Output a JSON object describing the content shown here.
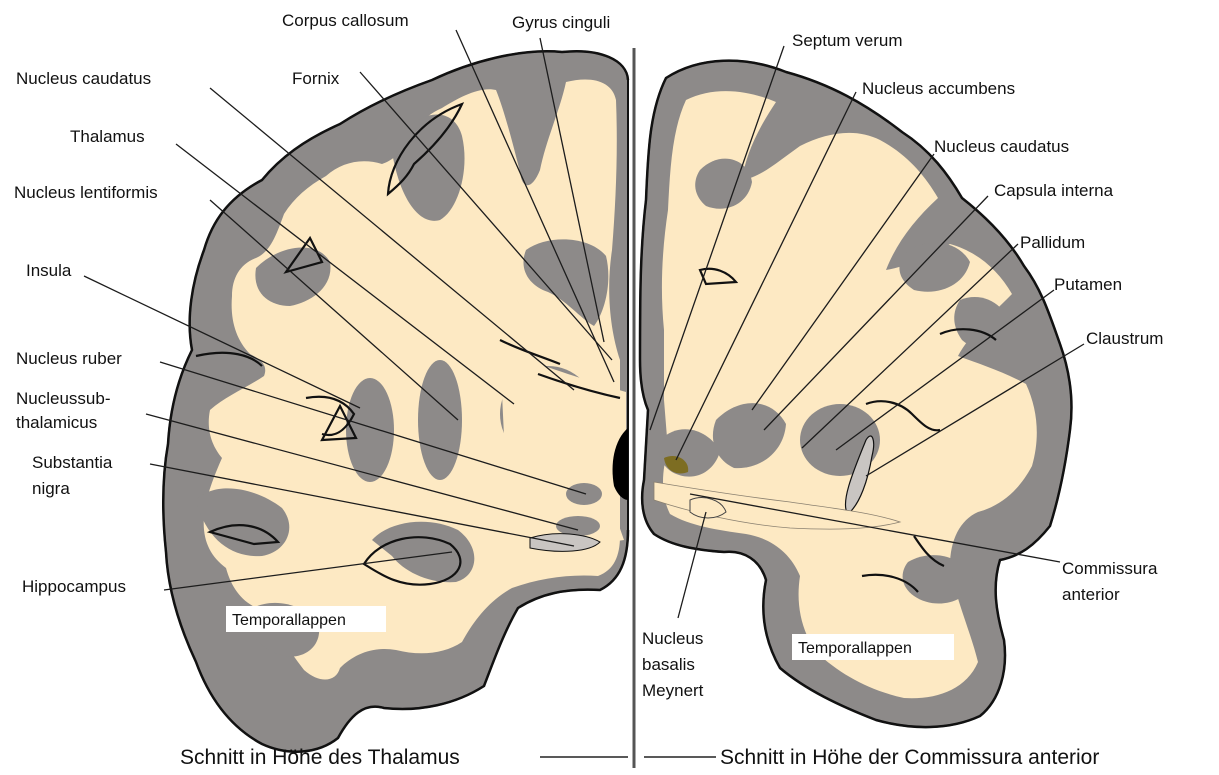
{
  "colors": {
    "grey_matter": "#8d8a89",
    "white_matter": "#fde9c3",
    "outline": "#111111",
    "leader": "#1c1c1c",
    "label_box": "#ffffff",
    "ventricle": "#000000",
    "nucleus_accent": "#7d6d22"
  },
  "labels": {
    "corpus_callosum": "Corpus callosum",
    "gyrus_cinguli": "Gyrus cinguli",
    "septum_verum": "Septum verum",
    "nucleus_caudatus_left": "Nucleus caudatus",
    "fornix": "Fornix",
    "nucleus_accumbens": "Nucleus accumbens",
    "thalamus": "Thalamus",
    "nucleus_caudatus_right": "Nucleus caudatus",
    "nucleus_lentiformis": "Nucleus lentiformis",
    "capsula_interna": "Capsula interna",
    "pallidum": "Pallidum",
    "insula": "Insula",
    "putamen": "Putamen",
    "claustrum": "Claustrum",
    "nucleus_ruber": "Nucleus ruber",
    "nucleus_subthalamicus_line1": "Nucleussub-",
    "nucleus_subthalamicus_line2": "thalamicus",
    "substantia_nigra_line1": "Substantia",
    "substantia_nigra_line2": "nigra",
    "hippocampus": "Hippocampus",
    "temporallappen_left": "Temporallappen",
    "temporallappen_right": "Temporallappen",
    "commissura_anterior_line1": "Commissura",
    "commissura_anterior_line2": "anterior",
    "nucleus_basalis_line1": "Nucleus",
    "nucleus_basalis_line2": "basalis",
    "nucleus_basalis_line3": "Meynert"
  },
  "captions": {
    "left": "Schnitt in Höhe des Thalamus",
    "right": "Schnitt in Höhe der Commissura anterior"
  }
}
